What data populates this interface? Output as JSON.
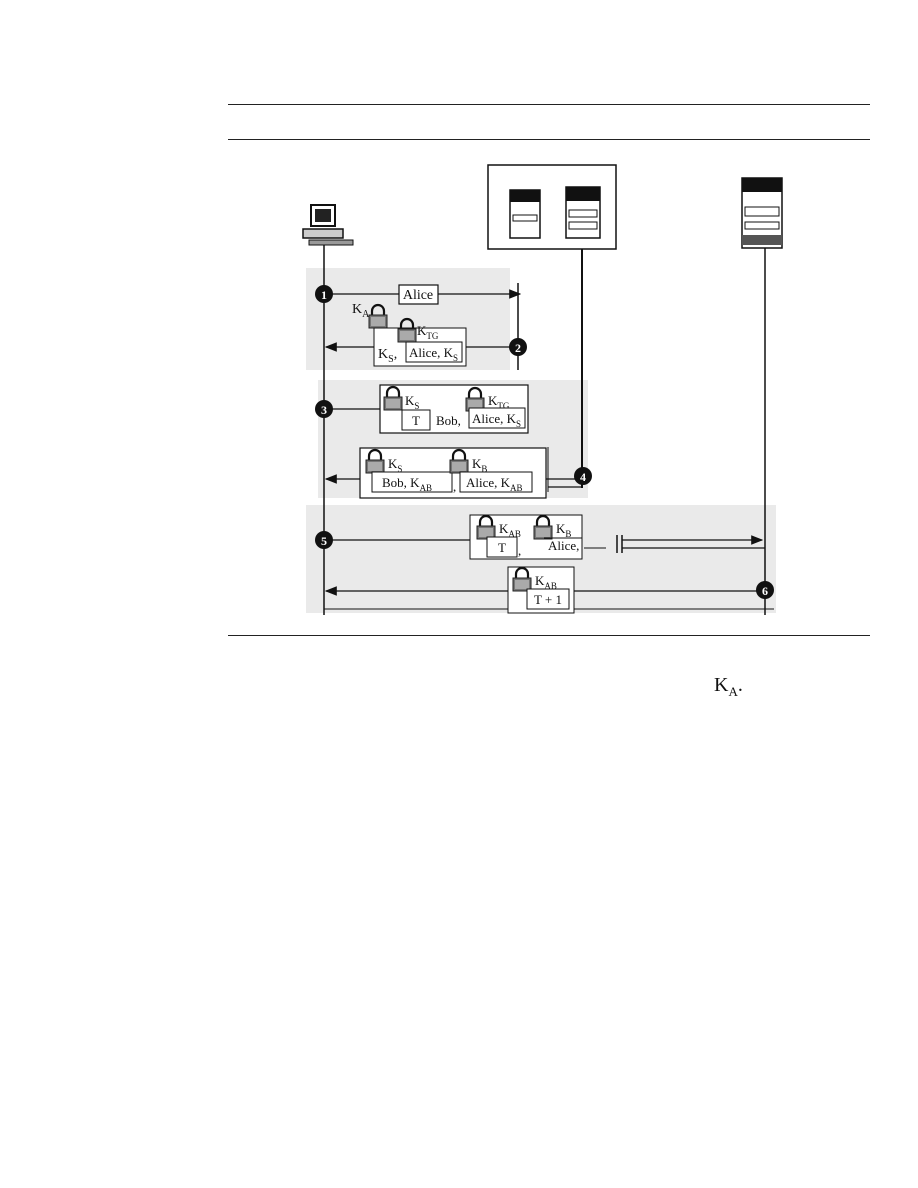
{
  "messages": {
    "m1": {
      "step": "1",
      "text": "Alice"
    },
    "m2": {
      "step": "2",
      "key_outer": "K",
      "key_outer_sub": "A",
      "key_inner": "K",
      "key_inner_sub": "TG",
      "plain": "K",
      "plain_sub": "S",
      "ticket": "Alice, K",
      "ticket_sub": "S"
    },
    "m3": {
      "step": "3",
      "key1": "K",
      "key1_sub": "S",
      "box1": "T",
      "middle": "Bob,",
      "key2": "K",
      "key2_sub": "TG",
      "ticket": "Alice, K",
      "ticket_sub": "S"
    },
    "m4": {
      "step": "4",
      "key1": "K",
      "key1_sub": "S",
      "box1": "Bob, K",
      "box1_sub": "AB",
      "key2": "K",
      "key2_sub": "B",
      "box2": "Alice, K",
      "box2_sub": "AB"
    },
    "m5": {
      "step": "5",
      "key1": "K",
      "key1_sub": "AB",
      "box1": "T",
      "key2": "K",
      "key2_sub": "B",
      "box2": "Alice,"
    },
    "m6": {
      "step": "6",
      "key1": "K",
      "key1_sub": "AB",
      "box1": "T + 1"
    }
  },
  "caption_tail": {
    "text": "K",
    "sub": "A",
    "end": "."
  }
}
